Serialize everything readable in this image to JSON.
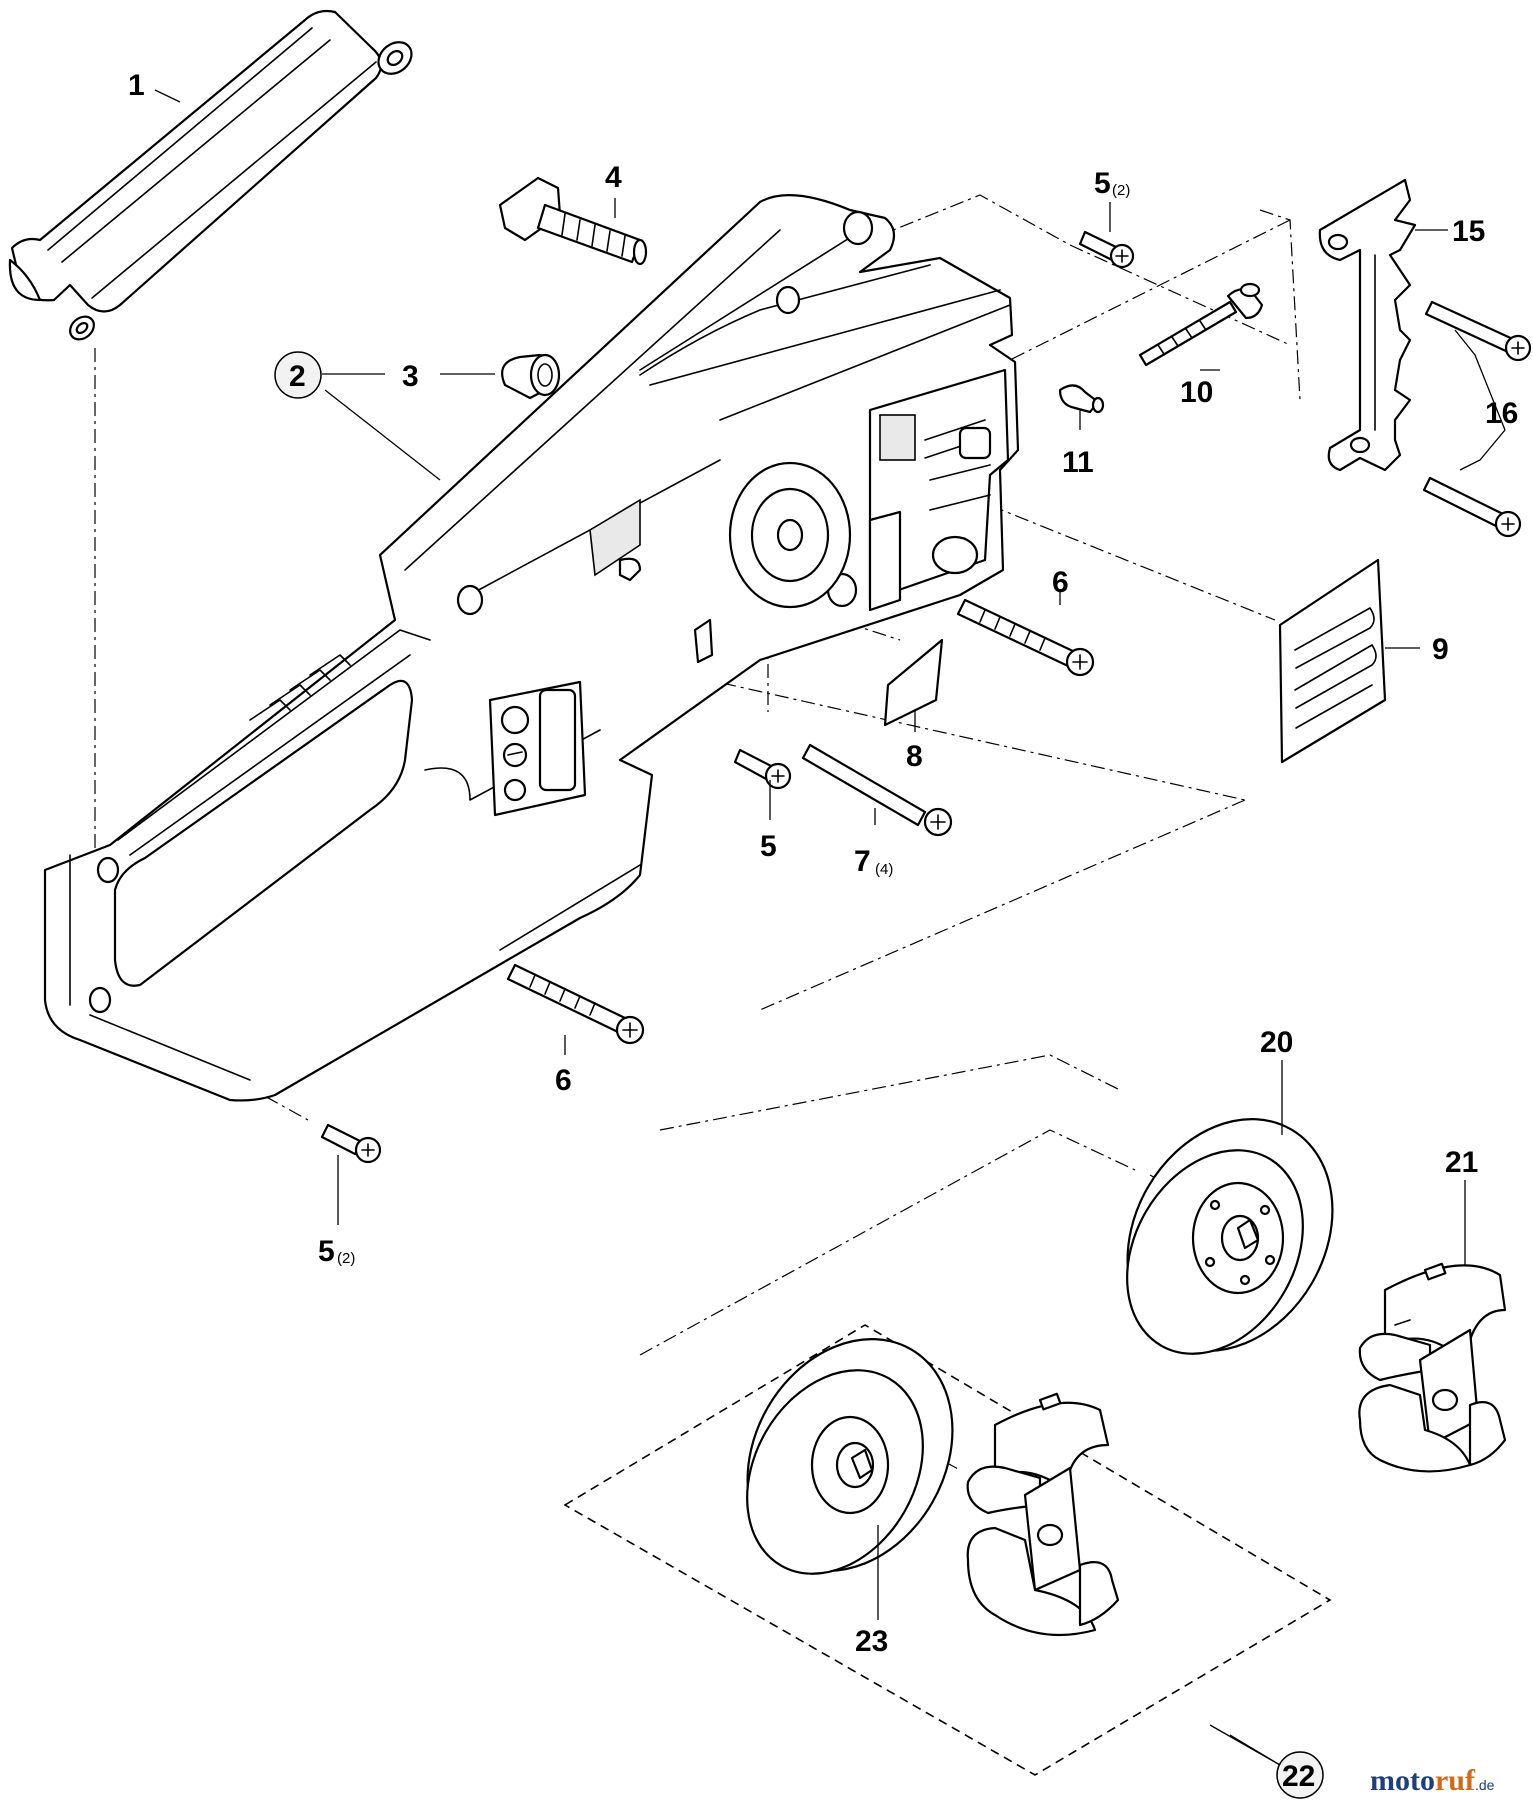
{
  "diagram": {
    "part_labels": {
      "p1": "1",
      "p2": "2",
      "p3": "3",
      "p4": "4",
      "p5_top": "5",
      "p5_top_qty": "(2)",
      "p5_mid": "5",
      "p5_bottom": "5",
      "p5_bottom_qty": "(2)",
      "p6_upper": "6",
      "p6_lower": "6",
      "p7": "7",
      "p7_qty": "(4)",
      "p8": "8",
      "p9": "9",
      "p10": "10",
      "p11": "11",
      "p15": "15",
      "p16": "16",
      "p20": "20",
      "p21": "21",
      "p22": "22",
      "p23": "23"
    },
    "watermark": {
      "part1": "moto",
      "part2": "ruf",
      "part3": ".de"
    }
  }
}
